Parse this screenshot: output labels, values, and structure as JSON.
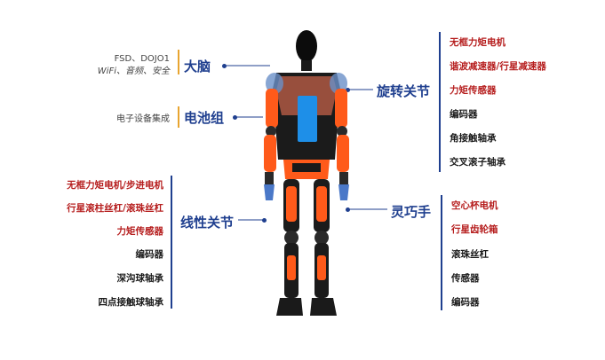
{
  "brain": {
    "title": "大脑",
    "line1": "FSD、DOJO1",
    "line2": "WiFi、音频、安全"
  },
  "battery": {
    "title": "电池组",
    "line1": "电子设备集成"
  },
  "rotary": {
    "title": "旋转关节",
    "items": [
      "无框力矩电机",
      "谐波减速器/行星减速器",
      "力矩传感器",
      "编码器",
      "角接触轴承",
      "交叉滚子轴承"
    ]
  },
  "linear": {
    "title": "线性关节",
    "items": [
      "无框力矩电机/步进电机",
      "行星滚柱丝杠/滚珠丝杠",
      "力矩传感器",
      "编码器",
      "深沟球轴承",
      "四点接触球轴承"
    ]
  },
  "hand": {
    "title": "灵巧手",
    "items": [
      "空心杯电机",
      "行星齿轮箱",
      "滚珠丝杠",
      "传感器",
      "编码器"
    ]
  },
  "colors": {
    "title_blue": "#1f3f8f",
    "highlight_red": "#b61e1e",
    "accent_gold": "#e8a530",
    "robot_orange": "#ff5a1a",
    "battery_blue": "#1e8fe8"
  }
}
